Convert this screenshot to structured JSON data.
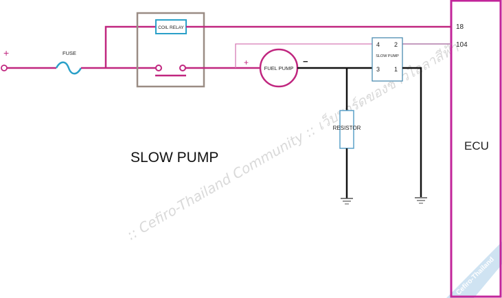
{
  "diagram": {
    "title": "SLOW PUMP",
    "components": {
      "battery_plus": "+",
      "fuse": "FUSE",
      "coil_relay": "COIL RELAY",
      "fuel_pump": "FUEL PUMP",
      "fuel_pump_plus": "+",
      "fuel_pump_minus": "−",
      "slow_pump_relay": {
        "label": "SLOW PUMP",
        "pins": [
          "4",
          "2",
          "3",
          "1"
        ]
      },
      "resistor": "RESISTOR",
      "ecu": {
        "label": "ECU",
        "pins": [
          "18",
          "104"
        ]
      }
    },
    "watermark": ":: Cefiro-Thailand Community :: เว็บบอร์ดของชาวไลลาสีฟ้า",
    "corner_badge": "Cefiro-Thailand"
  },
  "colors": {
    "power_wire": "#c0267f",
    "signal_wire": "#b07aa8",
    "ground_wire": "#111111",
    "relay_box": "#9a8c84",
    "component_box": "#5aa0c8",
    "ecu_border": "#c2259a"
  }
}
